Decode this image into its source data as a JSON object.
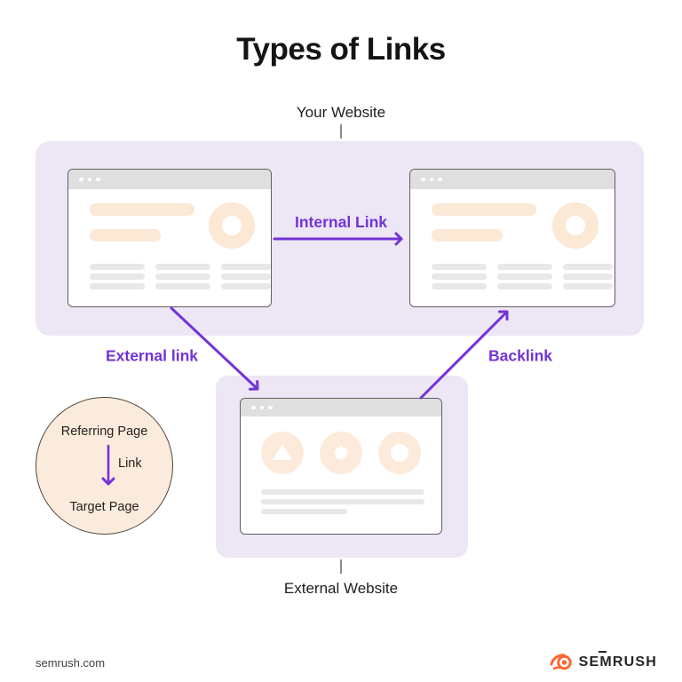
{
  "title": "Types of Links",
  "annotations": {
    "your_website": "Your Website",
    "external_website": "External Website"
  },
  "links": {
    "internal": "Internal Link",
    "external": "External link",
    "backlink": "Backlink"
  },
  "legend": {
    "referring_page": "Referring Page",
    "link_label": "Link",
    "target_page": "Target Page"
  },
  "footer": {
    "website": "semrush.com",
    "brand": "SEMRUSH"
  },
  "colors": {
    "accent_purple": "#7433d6",
    "panel_lavender": "#ece6f5",
    "placeholder_peach": "#fbe8d5",
    "placeholder_grey": "#e9e7e7",
    "legend_peach": "#fbebdc",
    "brand_orange": "#ff642d",
    "tick_grey": "#8c8c8c"
  },
  "icons": {
    "window_dots": "three window dots",
    "wireframe_shapes": [
      "triangle-icon",
      "star-icon",
      "circle-icon"
    ],
    "brand_icon": "semrush-flame-icon",
    "arrows": [
      "internal-link-arrow",
      "external-link-arrow",
      "backlink-arrow",
      "legend-link-arrow"
    ]
  }
}
